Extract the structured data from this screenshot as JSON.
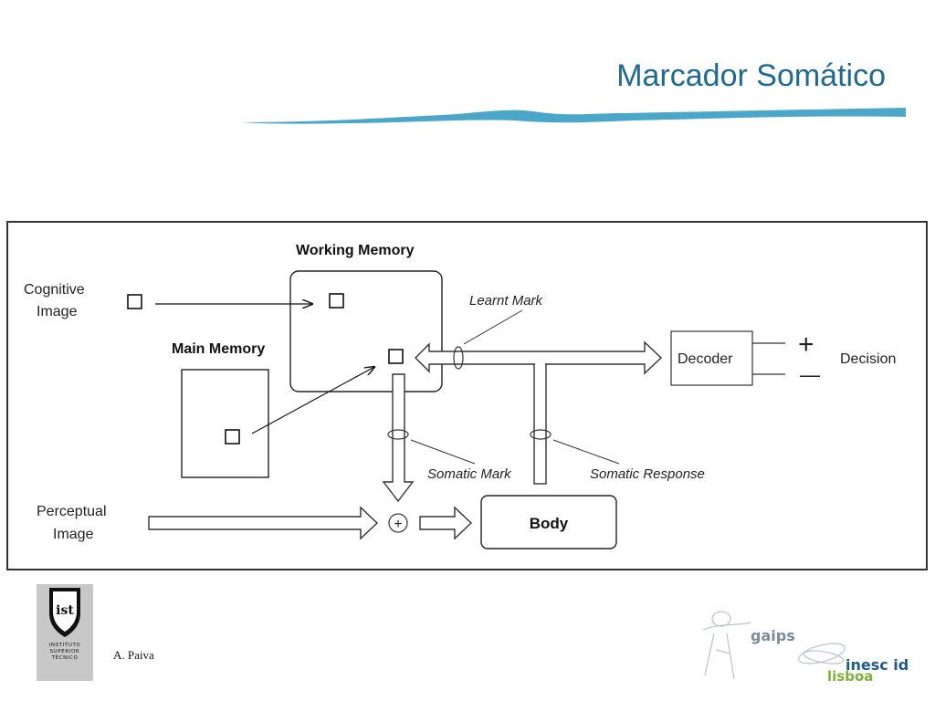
{
  "slide": {
    "title": "Marcador Somático",
    "author": "A. Paiva"
  },
  "diagram": {
    "working_memory": "Working Memory",
    "main_memory": "Main Memory",
    "cognitive_image_line1": "Cognitive",
    "cognitive_image_line2": "Image",
    "perceptual_image_line1": "Perceptual",
    "perceptual_image_line2": "Image",
    "learnt_mark": "Learnt Mark",
    "decoder": "Decoder",
    "decision": "Decision",
    "plus_sign": "+",
    "minus_sign": "—",
    "somatic_mark": "Somatic Mark",
    "somatic_response": "Somatic Response",
    "body": "Body",
    "sum_symbol": "+"
  },
  "logos": {
    "ist_line1": "INSTITUTO",
    "ist_line2": "SUPERIOR",
    "ist_line3": "TÉCNICO",
    "ist_mark": "ist",
    "gaips": "gaips",
    "inesc_id": "inesc id",
    "lisboa": "lisboa"
  },
  "colors": {
    "title": "#1f6a93",
    "wave": "#4aa7c9",
    "gaips_text": "#7a8c9a",
    "inesc_text": "#1f5d88",
    "lisboa_text": "#7fb23a"
  }
}
